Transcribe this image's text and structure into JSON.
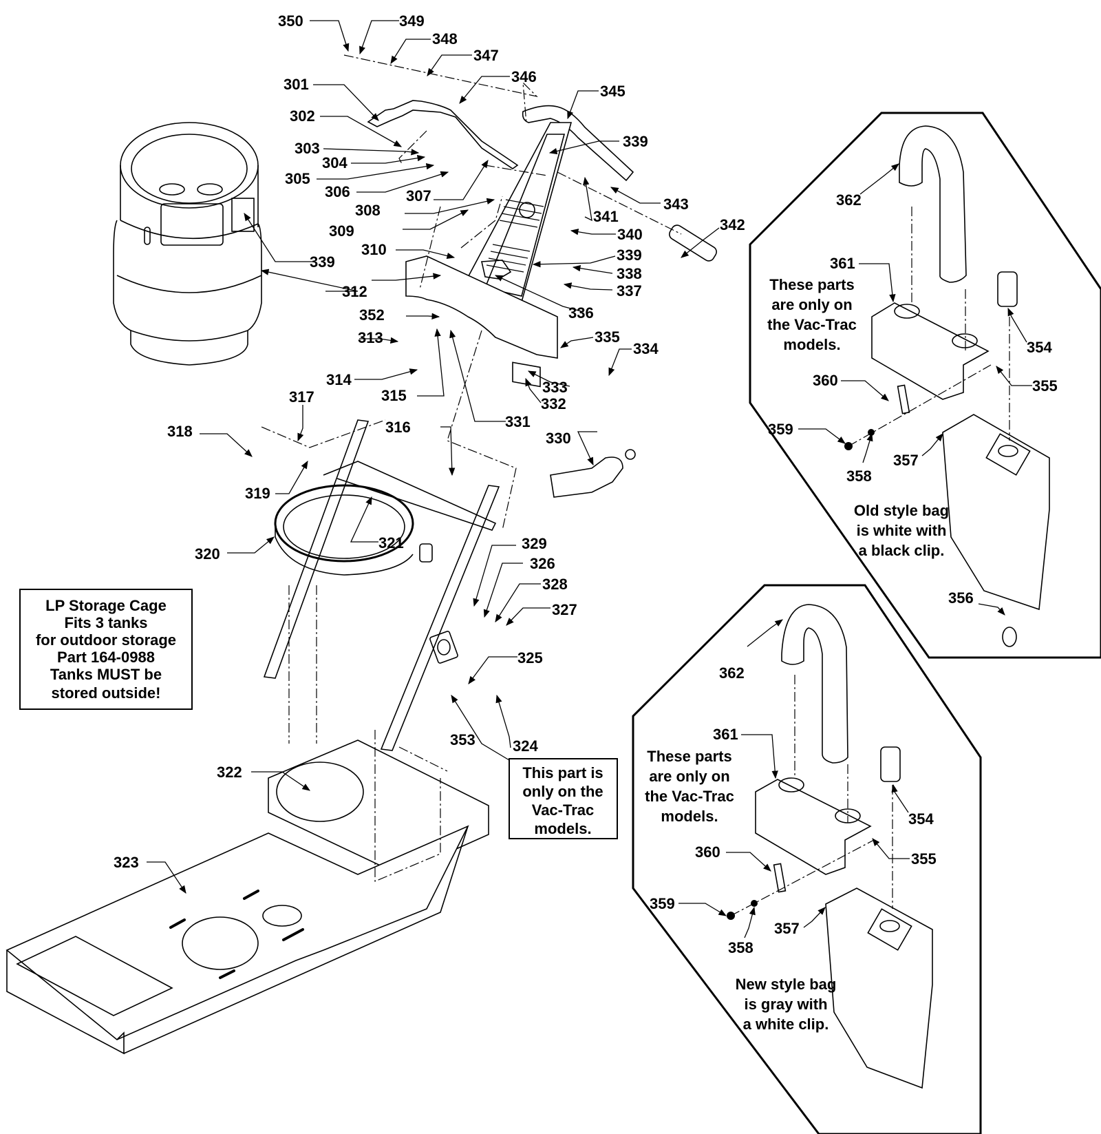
{
  "diagram": {
    "title": "Exploded parts diagram – frame, handle and vacuum bag assembly",
    "callouts": {
      "c301": "301",
      "c302": "302",
      "c303": "303",
      "c304": "304",
      "c305": "305",
      "c306": "306",
      "c307": "307",
      "c308": "308",
      "c309": "309",
      "c310": "310",
      "c312": "312",
      "c313": "313",
      "c314": "314",
      "c315": "315",
      "c316": "316",
      "c317": "317",
      "c318": "318",
      "c319": "319",
      "c320": "320",
      "c321": "321",
      "c322": "322",
      "c323": "323",
      "c324": "324",
      "c325": "325",
      "c326": "326",
      "c327": "327",
      "c328": "328",
      "c329": "329",
      "c330": "330",
      "c331": "331",
      "c332": "332",
      "c333": "333",
      "c334": "334",
      "c335": "335",
      "c336": "336",
      "c337": "337",
      "c338": "338",
      "c339a": "339",
      "c339b": "339",
      "c339c": "339",
      "c340": "340",
      "c341": "341",
      "c342": "342",
      "c343": "343",
      "c345": "345",
      "c346": "346",
      "c347": "347",
      "c348": "348",
      "c349": "349",
      "c350": "350",
      "c352": "352",
      "c353": "353",
      "u354": "354",
      "u355": "355",
      "u356": "356",
      "u357": "357",
      "u358": "358",
      "u359": "359",
      "u360": "360",
      "u361": "361",
      "u362": "362",
      "l354": "354",
      "l355": "355",
      "l357": "357",
      "l358": "358",
      "l359": "359",
      "l360": "360",
      "l361": "361",
      "l362": "362"
    },
    "notes": {
      "lp_cage": [
        "LP Storage Cage",
        "Fits 3 tanks",
        "for outdoor storage",
        "Part 164-0988",
        "Tanks MUST be",
        "stored outside!"
      ],
      "vac_trac_part": [
        "This part is",
        "only on the",
        "Vac-Trac",
        "models."
      ],
      "upper_vac_trac": [
        "These parts",
        "are only on",
        "the Vac-Trac",
        "models."
      ],
      "upper_bag": [
        "Old style bag",
        "is white with",
        "a black clip."
      ],
      "lower_vac_trac": [
        "These parts",
        "are only on",
        "the Vac-Trac",
        "models."
      ],
      "lower_bag": [
        "New style bag",
        "is gray with",
        "a white clip."
      ]
    }
  }
}
